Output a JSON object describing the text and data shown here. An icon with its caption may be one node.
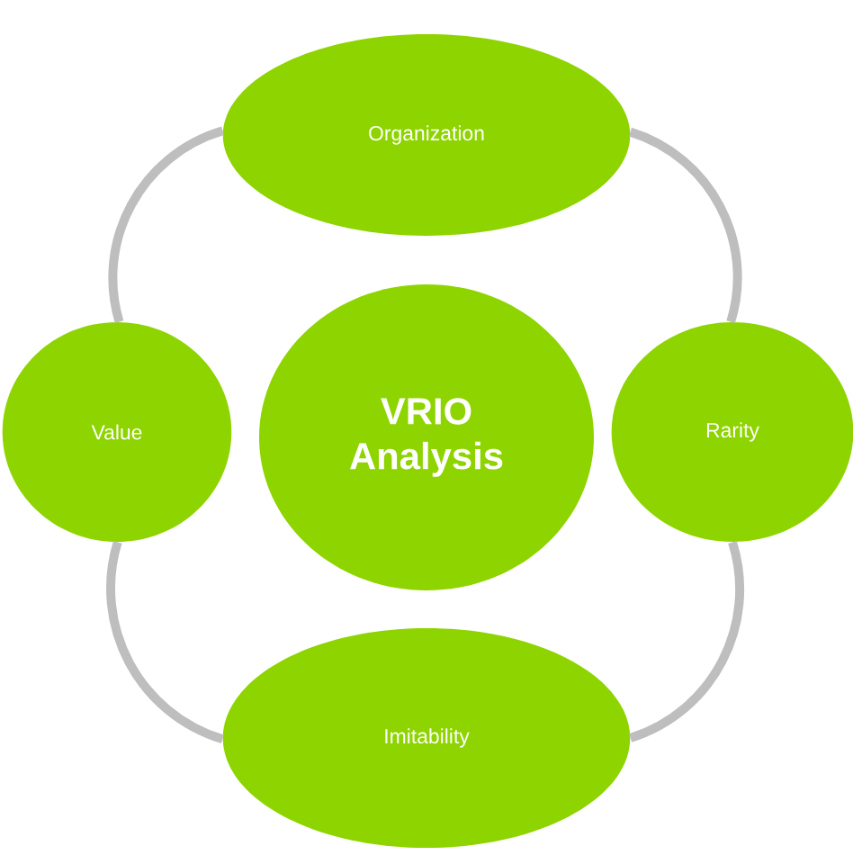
{
  "diagram": {
    "nodes": [
      {
        "text": [
          "Organization"
        ]
      },
      {
        "text": [
          "Value"
        ]
      },
      {
        "text": [
          "VRIO Analysis"
        ]
      },
      {
        "text": [
          "Rarity"
        ]
      },
      {
        "text": [
          "Imitability"
        ]
      }
    ],
    "edges": [
      {
        "from": 0,
        "to": 3,
        "arrow": "none"
      },
      {
        "from": 3,
        "to": 4,
        "arrow": "none"
      },
      {
        "from": 4,
        "to": 1,
        "arrow": "none"
      },
      {
        "from": 1,
        "to": 0,
        "arrow": "none"
      }
    ]
  }
}
